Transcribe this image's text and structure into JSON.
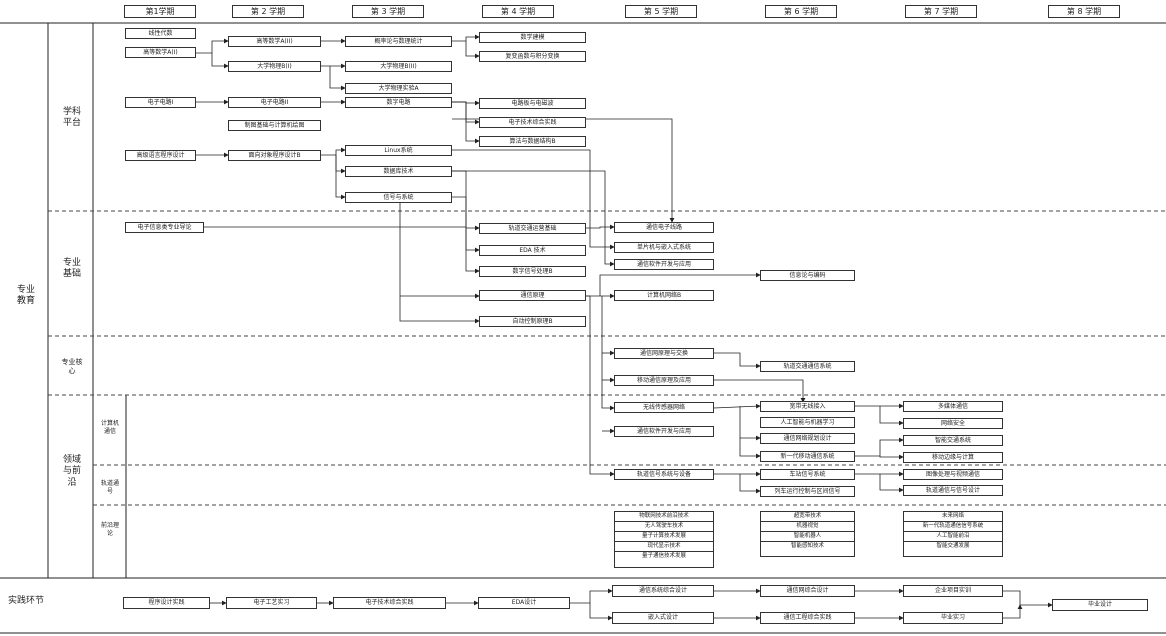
{
  "semesters": [
    "第1学期",
    "第 2 学期",
    "第 3 学期",
    "第 4 学期",
    "第 5 学期",
    "第 6 学期",
    "第 7 学期",
    "第 8 学期"
  ],
  "sections": {
    "major_education": "专业\n教育",
    "practice": "实践环节",
    "discipline_platform": "学科\n平台",
    "professional_foundation": "专业\n基础",
    "professional_core": "专业核\n心",
    "field_frontier": "领域\n与前\n沿",
    "sub_computer": "计算机\n通信",
    "sub_rail": "轨道通\n号",
    "sub_frontier": "前沿理\n论"
  },
  "courses": {
    "linear_algebra": "线性代数",
    "adv_math_1": "高等数学A(I)",
    "adv_math_2": "高等数学A(II)",
    "physics_1": "大学物理B(I)",
    "prob_stat": "概率论与数理统计",
    "physics_2": "大学物理B(II)",
    "physics_lab": "大学物理实验A",
    "math_modeling": "数学建模",
    "complex_func": "复变函数与积分变换",
    "circuit_1": "电子电路I",
    "circuit_2": "电子电路II",
    "digital_circuit": "数字电路",
    "circuit_tech": "电路板与电磁波",
    "graphics": "制图基础与计算机绘图",
    "electronic_practice": "电子技术综合实践",
    "algo": "算法与数据结构B",
    "high_lang": "高级语言程序设计",
    "oop": "面向对象程序设计B",
    "linux": "Linux系统",
    "database": "数据库技术",
    "signals": "信号与系统",
    "intro": "电子信息类专业导论",
    "rail_basics": "轨道交通运营基础",
    "eda": "EDA 技术",
    "dsp": "数字信号处理B",
    "comm_principle": "通信原理",
    "auto_control": "自动控制原理B",
    "comm_circuit": "通信电子线路",
    "mcu": "单片机与嵌入式系统",
    "comm_software": "通信软件开发与应用",
    "network": "计算机网络B",
    "info_coding": "信息论与编码",
    "comm_net_switch": "通信网原理与交换",
    "rail_comm": "轨道交通通信系统",
    "mobile_comm": "移动通信原理及应用",
    "wireless_sensor": "无线传感器网络",
    "comm_soft_app": "通信软件开发与应用",
    "broadband": "宽带无线接入",
    "ai_ml": "人工智能与机器学习",
    "comm_net_design": "通信网络规划设计",
    "new_mobile": "新一代移动通信系统",
    "multimedia": "多媒体通信",
    "net_security": "网络安全",
    "smart_traffic": "智能交通系统",
    "mobile_edge": "移动边缘与计算",
    "rail_signal": "轨道信号系统与设备",
    "station_signal": "车站信号系统",
    "train_control": "列车运行控制与区间信号",
    "image_proc": "图像处理与视频通信",
    "rail_sig_design": "轨道通信与信号设计",
    "uwb": "超宽带技术",
    "machine_vision": "机器视觉",
    "smart_robot": "智能机器人",
    "smart_sensing": "智能感知技术",
    "iot": "未来网络",
    "rail_future": "新一代轨道通信信号系统",
    "ai_frontier": "人工智能前沿",
    "smart_dev": "智能交通发展"
  },
  "sem5_stack": [
    "物联网技术前沿技术",
    "无人驾驶车技术",
    "量子计算技术发展",
    "现代显示技术",
    "量子通信技术发展"
  ],
  "practice": {
    "programming": "程序设计实践",
    "electronics_craft": "电子工艺实习",
    "electronic_integrated": "电子技术综合实践",
    "eda_design": "EDA设计",
    "comm_system_design": "通信系统综合设计",
    "embedded_design": "嵌入式设计",
    "comm_net_integrated": "通信网综合设计",
    "comm_engineering": "通信工程综合实践",
    "enterprise": "企业项目实训",
    "graduation_internship": "毕业实习",
    "graduation_design": "毕业设计"
  }
}
